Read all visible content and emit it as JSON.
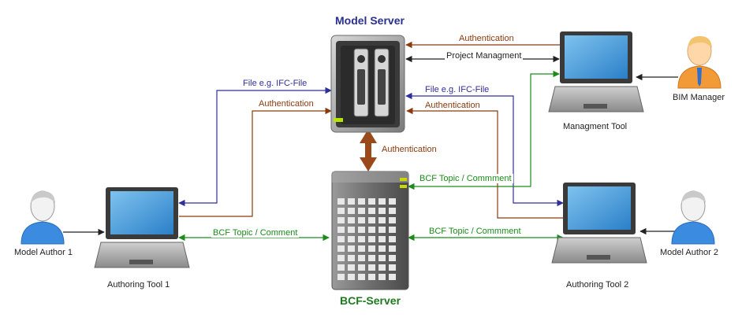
{
  "titles": {
    "model_server": "Model Server",
    "bcf_server": "BCF-Server"
  },
  "nodes": {
    "model_author_1": "Model Author 1",
    "model_author_2": "Model Author 2",
    "bim_manager": "BIM Manager",
    "authoring_tool_1": "Authoring Tool 1",
    "authoring_tool_2": "Authoring Tool 2",
    "managment_tool": "Managment Tool"
  },
  "edges": {
    "auth_mgmt": "Authentication",
    "project_mgmt": "Project Managment",
    "file_left": "File e.g. IFC-File",
    "auth_left": "Authentication",
    "file_right": "File e.g. IFC-File",
    "auth_right": "Authentication",
    "auth_vertical": "Authentication",
    "bcf_mgmt": "BCF Topic / Commment",
    "bcf_left": "BCF Topic / Comment",
    "bcf_right": "BCF Topic / Commment"
  },
  "colors": {
    "title": "#2b2f8f",
    "title_bcf": "#1f7a1f",
    "blue": "#2e2e9c",
    "brown": "#8b3a0e",
    "green": "#1a8c1a",
    "dark": "#333333"
  }
}
